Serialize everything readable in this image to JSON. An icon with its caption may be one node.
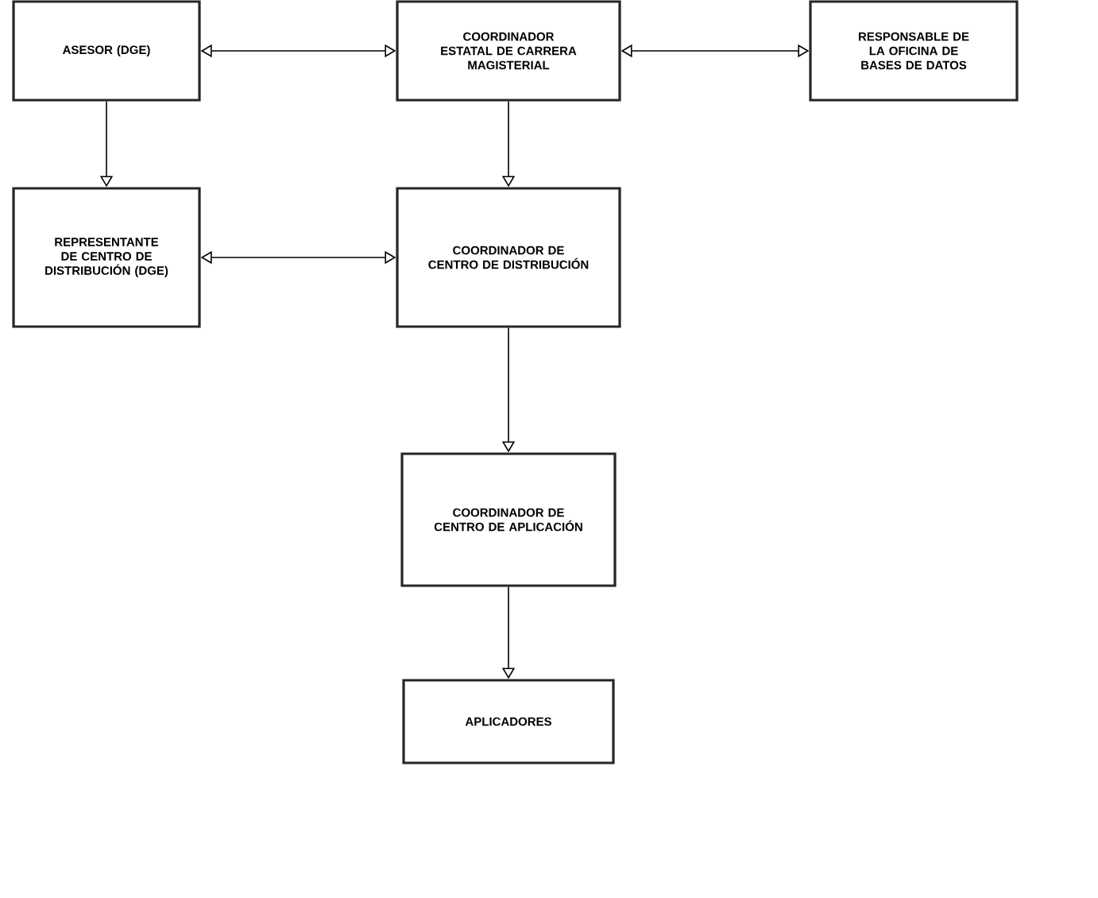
{
  "diagram": {
    "nodes": [
      {
        "text": [
          "ASESOR (DGE)"
        ]
      },
      {
        "text": [
          "COORDINADOR ESTATAL DE CARRERA MAGISTERIAL"
        ]
      },
      {
        "text": [
          "RESPONSABLE DE LA OFICINA DE BASES DE DATOS"
        ]
      },
      {
        "text": [
          "REPRESENTANTE DE CENTRO DE DISTRIBUCIÓN (DGE)"
        ]
      },
      {
        "text": [
          "COORDINADOR DE CENTRO DE DISTRIBUCIÓN"
        ]
      },
      {
        "text": [
          "COORDINADOR DE CENTRO DE APLICACIÓN"
        ]
      },
      {
        "text": [
          "APLICADORES"
        ]
      }
    ],
    "edges": [
      {
        "from": 0,
        "to": 1,
        "arrow": "both"
      },
      {
        "from": 1,
        "to": 2,
        "arrow": "both"
      },
      {
        "from": 0,
        "to": 3,
        "arrow": "to"
      },
      {
        "from": 1,
        "to": 4,
        "arrow": "to"
      },
      {
        "from": 3,
        "to": 4,
        "arrow": "both"
      },
      {
        "from": 4,
        "to": 5,
        "arrow": "to"
      },
      {
        "from": 5,
        "to": 6,
        "arrow": "to"
      }
    ]
  }
}
